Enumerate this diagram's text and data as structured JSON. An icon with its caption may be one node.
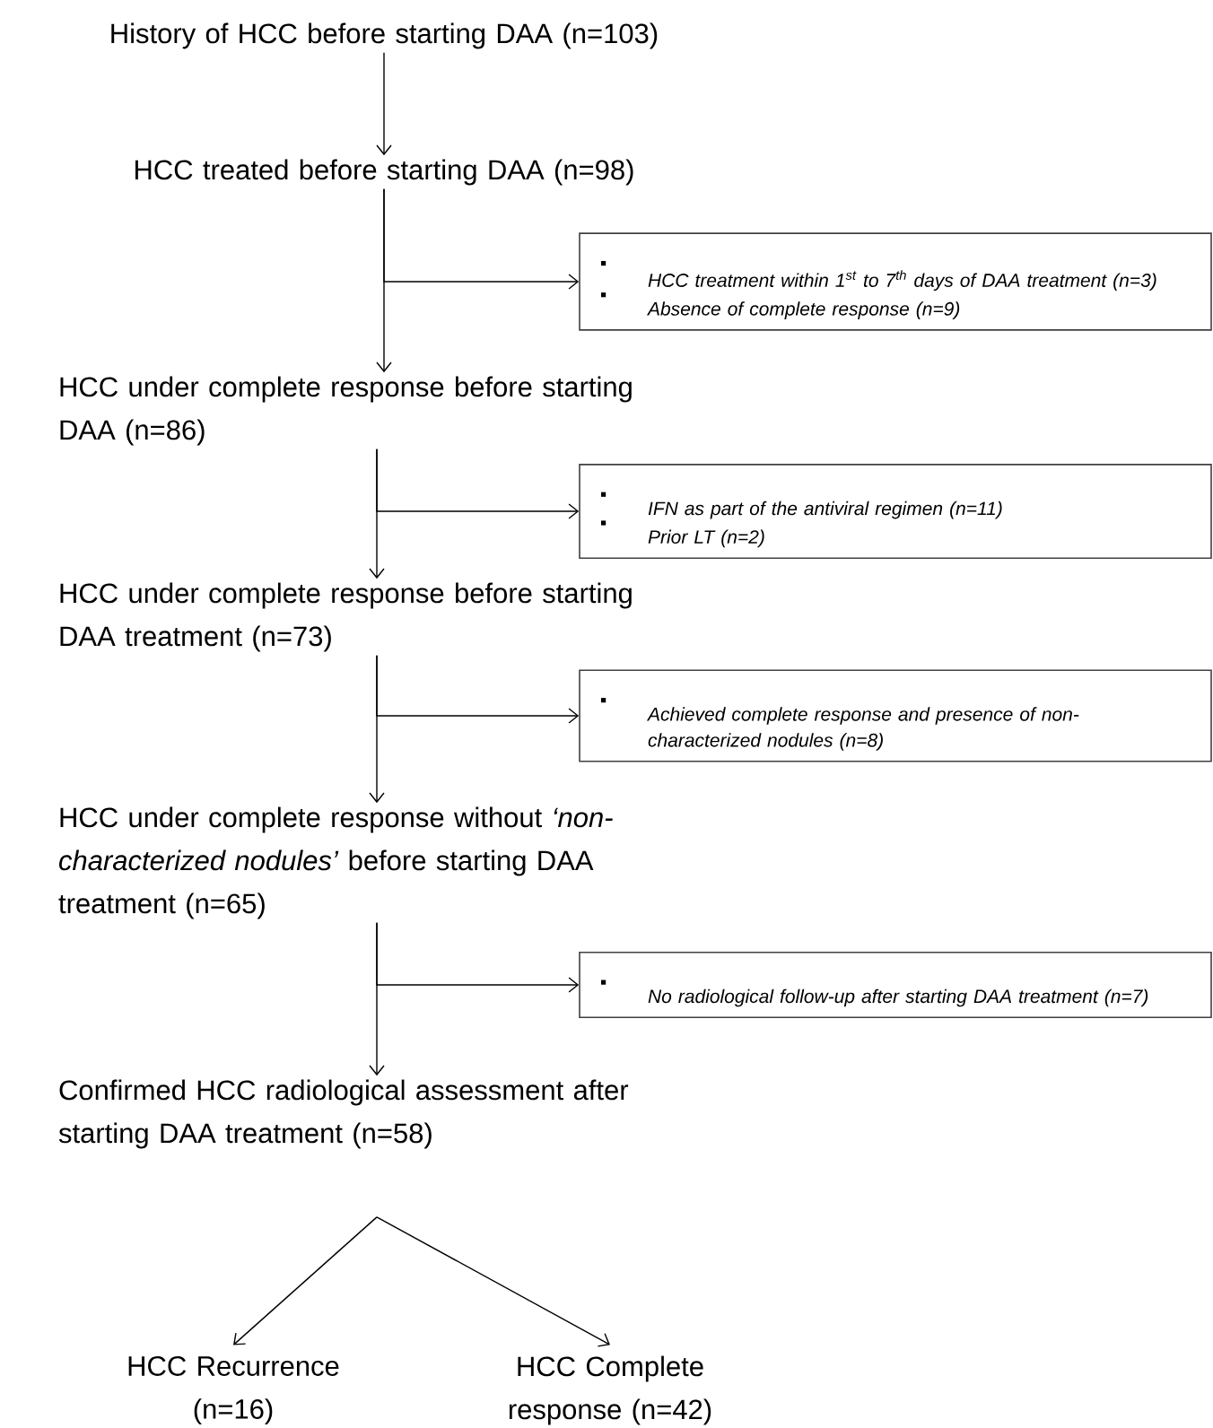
{
  "diagram": {
    "nodes": [
      {
        "text": [
          "History of HCC before starting DAA (n=103)"
        ]
      },
      {
        "text": [
          "HCC treated before starting DAA (n=98)"
        ]
      },
      {
        "text": [
          "HCC treatment within 1$^{st}$ to 7$^{th}$ days of DAA treatment (n=3)",
          "Absence of complete response (n=9)"
        ]
      },
      {
        "text": [
          "HCC under complete response before starting DAA (n=86)"
        ]
      },
      {
        "text": [
          "IFN as part of the antiviral regimen (n=11)",
          "Prior LT (n=2)"
        ]
      },
      {
        "text": [
          "HCC under complete response before starting DAA treatment (n=73)"
        ]
      },
      {
        "text": [
          "Achieved complete response and presence of non-characterized nodules (n=8)"
        ]
      },
      {
        "text": [
          "HCC under complete response without *‘non-characterized nodules’* before starting DAA treatment (n=65)"
        ]
      },
      {
        "text": [
          "No radiological follow-up after starting DAA treatment (n=7)"
        ]
      },
      {
        "text": [
          "Confirmed HCC radiological assessment after starting DAA treatment (n=58)"
        ]
      },
      {
        "text": [
          "HCC Recurrence (n=16)"
        ]
      },
      {
        "text": [
          "HCC Complete response (n=42)"
        ]
      }
    ],
    "edges": [
      {
        "from": 0,
        "to": 1,
        "arrow": "to"
      },
      {
        "from": 1,
        "to": 3,
        "arrow": "to"
      },
      {
        "from": 1,
        "to": 2,
        "arrow": "to"
      },
      {
        "from": 3,
        "to": 5,
        "arrow": "to"
      },
      {
        "from": 3,
        "to": 4,
        "arrow": "to"
      },
      {
        "from": 5,
        "to": 7,
        "arrow": "to"
      },
      {
        "from": 5,
        "to": 6,
        "arrow": "to"
      },
      {
        "from": 7,
        "to": 9,
        "arrow": "to"
      },
      {
        "from": 7,
        "to": 8,
        "arrow": "to"
      },
      {
        "from": 9,
        "to": 10,
        "arrow": "to"
      },
      {
        "from": 9,
        "to": 11,
        "arrow": "to"
      }
    ]
  }
}
